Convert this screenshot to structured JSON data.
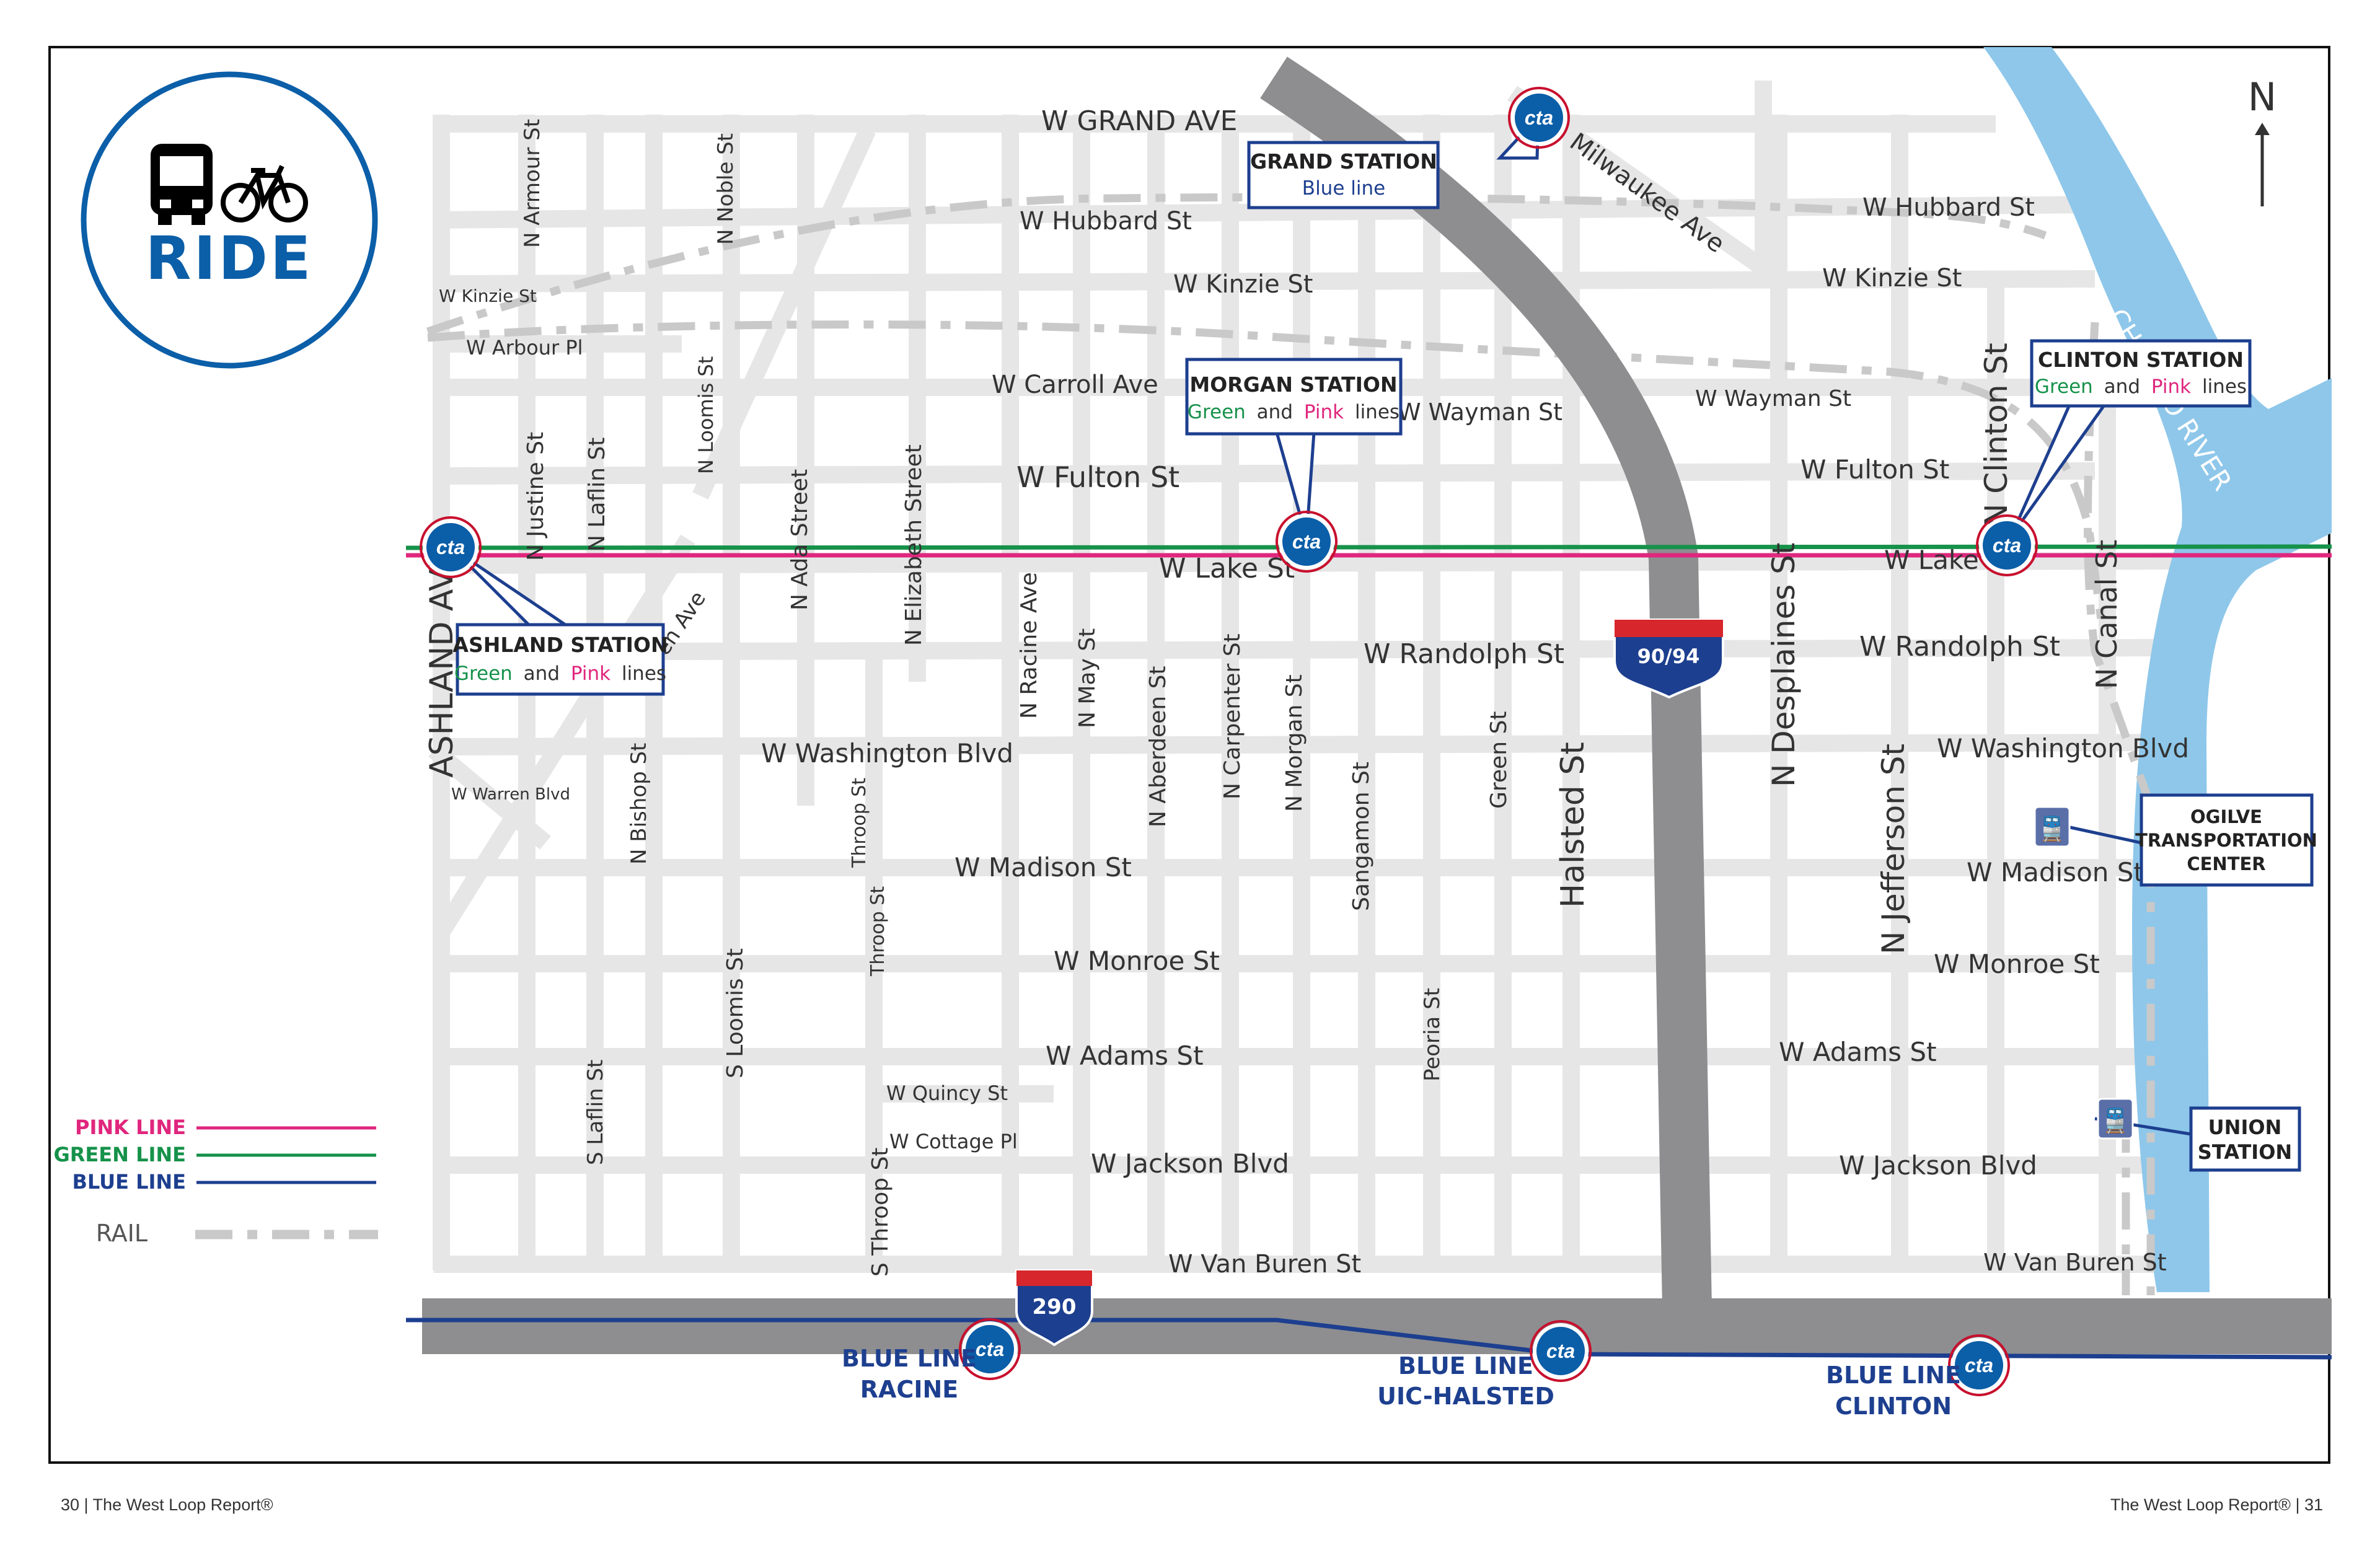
{
  "header": {
    "ride_label": "RIDE",
    "ride_icons": [
      "bus-icon",
      "bicycle-icon"
    ]
  },
  "compass": {
    "label": "N"
  },
  "colors": {
    "pink_line": "#e0267d",
    "green_line": "#16924a",
    "blue_line": "#1d3f8f",
    "rail": "#c9c9c9",
    "river": "#8ec7ea",
    "highway": "#8e8e90",
    "street": "#e6e6e6",
    "cta_badge": "#0b5ea8",
    "interstate_red": "#d7262c"
  },
  "streets": {
    "grand": "W GRAND AVE",
    "hubbard_west": "W Hubbard St",
    "hubbard_east": "W Hubbard St",
    "kinzie_small": "W Kinzie St",
    "kinzie_mid": "W Kinzie St",
    "kinzie_east": "W Kinzie St",
    "arbour": "W Arbour Pl",
    "carroll": "W Carroll Ave",
    "wayman_mid": "W Wayman St",
    "wayman_east": "W Wayman St",
    "fulton_mid": "W Fulton St",
    "fulton_east": "W Fulton St",
    "lake_mid": "W Lake St",
    "lake_east": "W Lake",
    "randolph_mid": "W Randolph St",
    "randolph_east": "W Randolph St",
    "washington_mid": "W Washington Blvd",
    "washington_east": "W Washington Blvd",
    "warren": "W Warren Blvd",
    "madison_mid": "W Madison St",
    "madison_east": "W Madison St",
    "monroe_mid": "W Monroe St",
    "monroe_east": "W Monroe St",
    "adams_mid": "W Adams St",
    "adams_east": "W Adams St",
    "quincy": "W Quincy St",
    "cottage": "W Cottage Pl",
    "jackson_mid": "W Jackson Blvd",
    "jackson_east": "W Jackson Blvd",
    "van_buren_mid": "W Van Buren St",
    "van_buren_east": "W Van Buren St",
    "milwaukee": "Milwaukee Ave",
    "ogden_partial": "en Ave",
    "ashland": "ASHLAND AVE",
    "armour": "N Armour St",
    "noble": "N Noble St",
    "loomis_n": "N Loomis St",
    "justine": "N Justine St",
    "laflin_n": "N Laflin St",
    "ada": "N Ada Street",
    "elizabeth": "N Elizabeth Street",
    "racine": "N Racine Ave",
    "may": "N May St",
    "aberdeen": "N Aberdeen St",
    "carpenter": "N Carpenter St",
    "morgan": "N Morgan St",
    "sangamon": "Sangamon St",
    "green": "Green St",
    "halsted": "Halsted St",
    "desplaines": "N Desplaines St",
    "jefferson": "N Jefferson St",
    "clinton": "N Clinton St",
    "canal": "N Canal St",
    "bishop": "N Bishop St",
    "throop_upper": "Throop St",
    "throop_mid": "Throop St",
    "throop_s": "S Throop St",
    "loomis_s": "S Loomis St",
    "laflin_s": "S Laflin St",
    "peoria": "Peoria St",
    "river": "CHICAGO RIVER"
  },
  "highways": {
    "i90_94": "90/94",
    "i290": "290"
  },
  "stations": {
    "grand": {
      "title": "GRAND STATION",
      "line_text": "Blue line"
    },
    "morgan": {
      "title": "MORGAN STATION",
      "green": "Green",
      "and": "and",
      "pink": "Pink",
      "lines": "lines"
    },
    "clinton": {
      "title": "CLINTON STATION",
      "green": "Green",
      "and": "and",
      "pink": "Pink",
      "lines": "lines"
    },
    "ashland": {
      "title": "ASHLAND STATION",
      "green": "Green",
      "and": "and",
      "pink": "Pink",
      "lines": "lines"
    },
    "ogilve": {
      "line1": "OGILVE",
      "line2": "TRANSPORTATION",
      "line3": "CENTER"
    },
    "union": {
      "line1": "UNION",
      "line2": "STATION"
    },
    "blue_racine": {
      "line1": "BLUE LINE",
      "line2": "RACINE"
    },
    "blue_uic": {
      "line1": "BLUE LINE",
      "line2": "UIC-HALSTED"
    },
    "blue_clinton": {
      "line1": "BLUE LINE",
      "line2": "CLINTON"
    },
    "cta_badge_text": "cta"
  },
  "legend": {
    "pink": "PINK LINE",
    "green": "GREEN LINE",
    "blue": "BLUE LINE",
    "rail": "RAIL"
  },
  "footer": {
    "left": "30  |  The West Loop Report®",
    "right": "The West Loop Report®  |  31"
  }
}
